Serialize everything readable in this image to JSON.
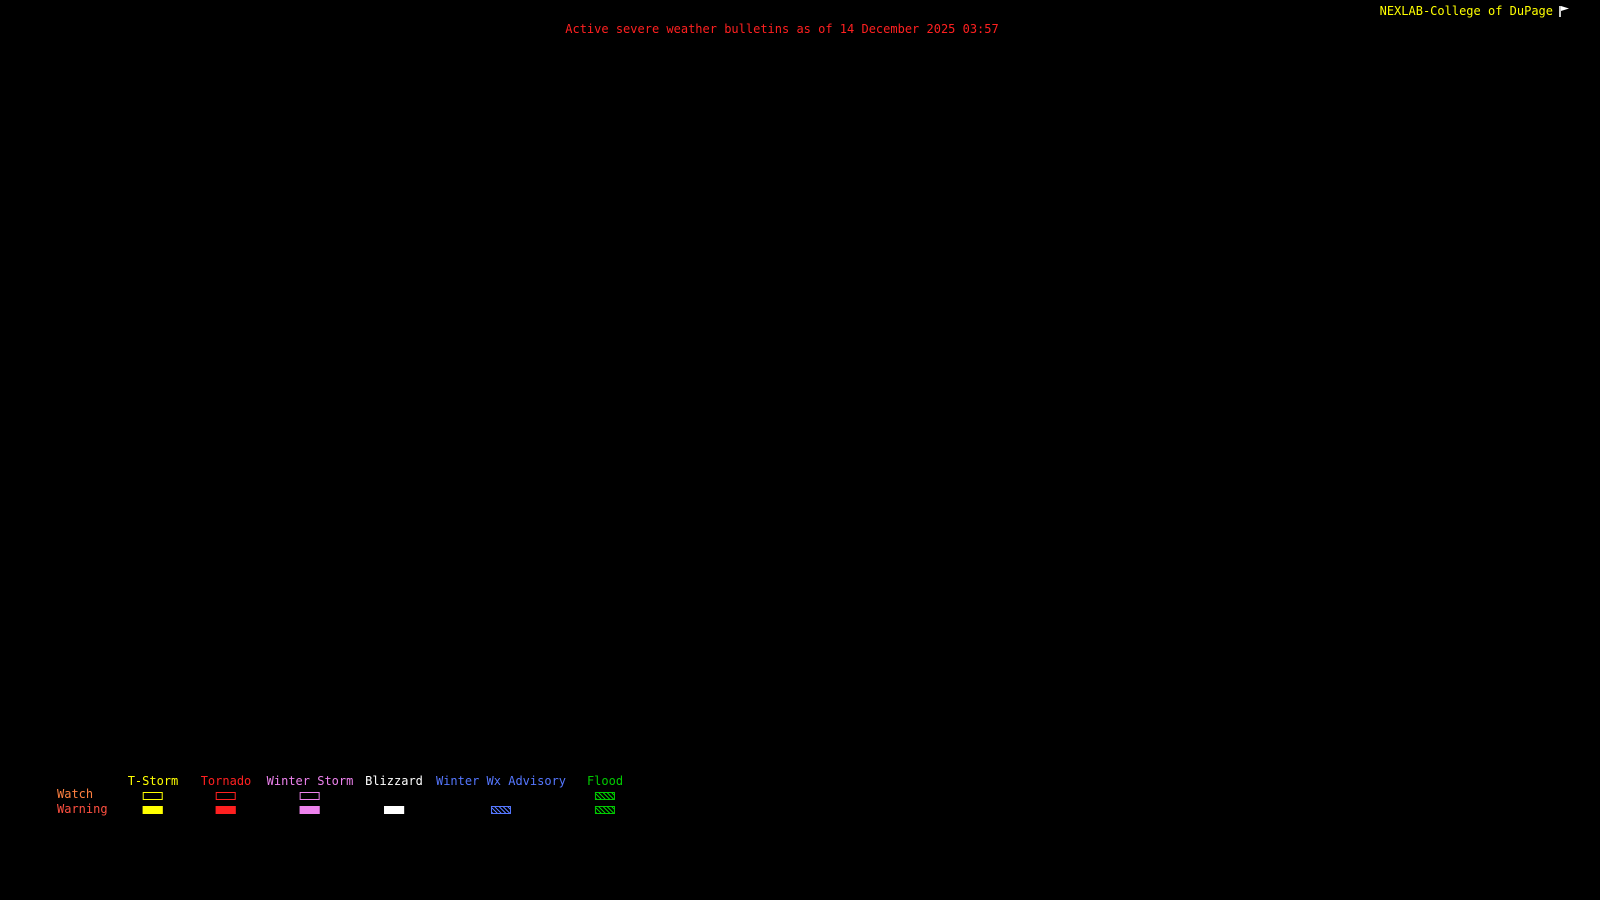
{
  "header": {
    "brand": "NEXLAB-College of DuPage",
    "title": "Active severe weather bulletins as of 14 December 2025 03:57"
  },
  "colors": {
    "background": "#000000",
    "title": "#ff2020",
    "brand": "#ffff00"
  },
  "legend": {
    "watch_label": "Watch",
    "warning_label": "Warning",
    "watch_color": "#ff8040",
    "warning_color": "#ff5040",
    "categories": [
      {
        "key": "t-storm",
        "label": "T-Storm",
        "color": "#ffff00",
        "watch": "outline",
        "warning": "fill"
      },
      {
        "key": "tornado",
        "label": "Tornado",
        "color": "#ff2020",
        "watch": "outline",
        "warning": "fill"
      },
      {
        "key": "winter-storm",
        "label": "Winter Storm",
        "color": "#ee82ee",
        "watch": "outline",
        "warning": "fill"
      },
      {
        "key": "blizzard",
        "label": "Blizzard",
        "color": "#ffffff",
        "watch": "none",
        "warning": "fill"
      },
      {
        "key": "winter-wx-advisory",
        "label": "Winter Wx Advisory",
        "color": "#5577ff",
        "watch": "none",
        "warning": "hatch"
      },
      {
        "key": "flood",
        "label": "Flood",
        "color": "#00cc00",
        "watch": "hatch",
        "warning": "hatch"
      }
    ]
  }
}
